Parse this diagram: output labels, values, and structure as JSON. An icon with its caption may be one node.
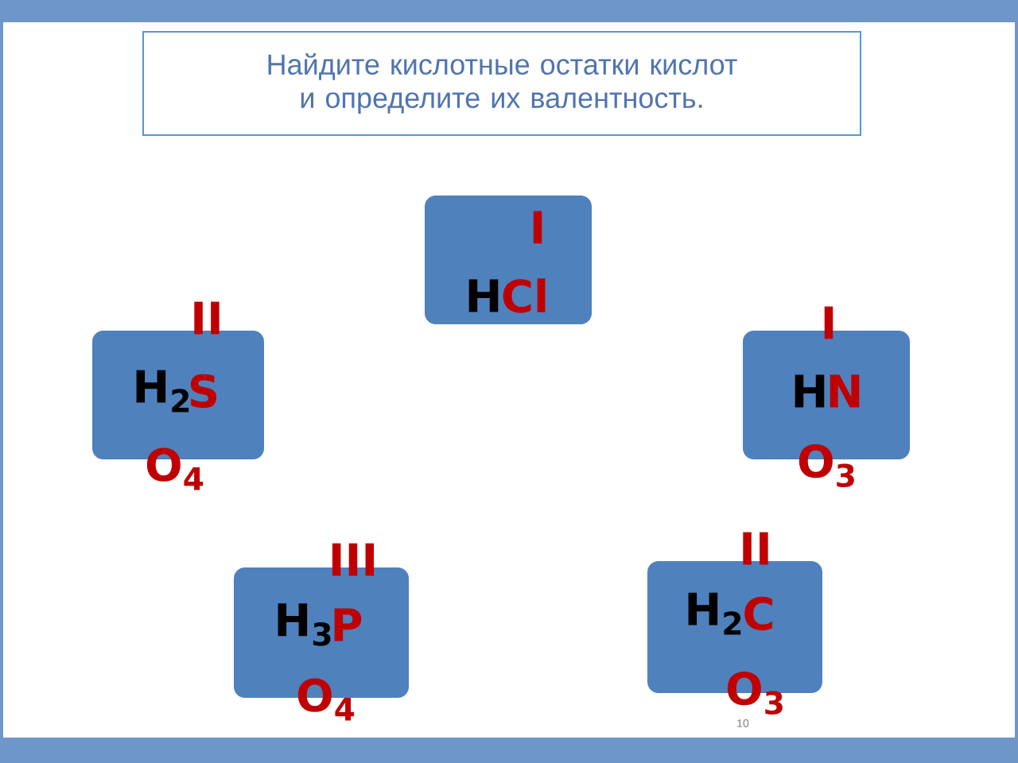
{
  "diagram": {
    "nodes": [
      {
        "text": [
          "Найдите кислотные остатки кислот и определите их валентность."
        ]
      },
      {
        "text": [
          "I",
          "H",
          "Cl"
        ]
      },
      {
        "text": [
          "II",
          "H$_{2}$",
          "S",
          "O$_{4}$"
        ]
      },
      {
        "text": [
          "I",
          "H",
          "N",
          "O$_{3}$"
        ]
      },
      {
        "text": [
          "III",
          "H$_{3}$",
          "P",
          "O$_{4}$"
        ]
      },
      {
        "text": [
          "II",
          "H$_{2}$",
          "C",
          "O$_{3}$"
        ]
      }
    ],
    "labels": [
      "10"
    ]
  }
}
